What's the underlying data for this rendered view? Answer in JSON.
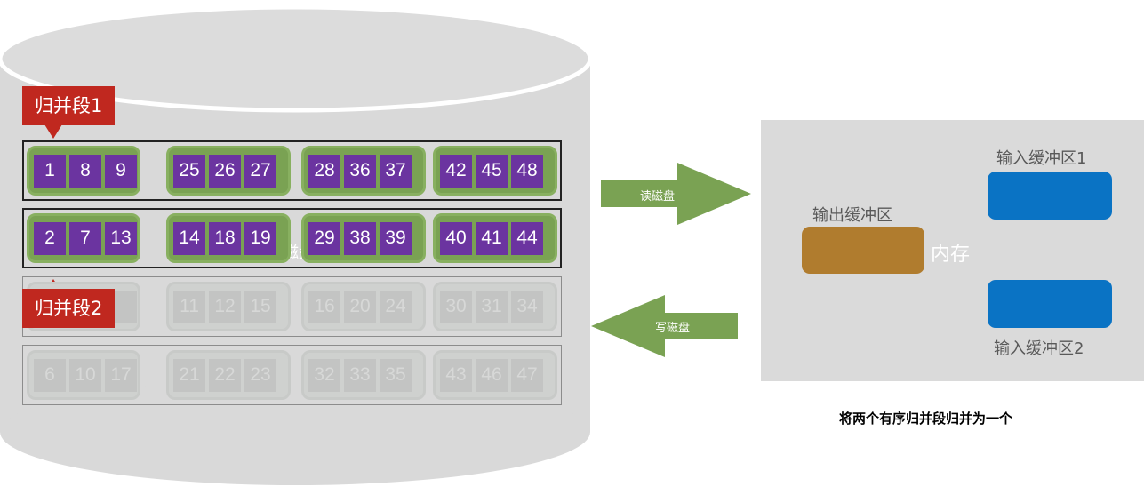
{
  "disk": {
    "label": "磁盘",
    "rows": [
      {
        "id": "run1",
        "dim": false,
        "groups": [
          [
            "1",
            "8",
            "9"
          ],
          [
            "25",
            "26",
            "27"
          ],
          [
            "28",
            "36",
            "37"
          ],
          [
            "42",
            "45",
            "48"
          ]
        ]
      },
      {
        "id": "run2",
        "dim": false,
        "groups": [
          [
            "2",
            "7",
            "13"
          ],
          [
            "14",
            "18",
            "19"
          ],
          [
            "29",
            "38",
            "39"
          ],
          [
            "40",
            "41",
            "44"
          ]
        ]
      },
      {
        "id": "run3",
        "dim": true,
        "groups": [
          [
            "",
            "",
            ""
          ],
          [
            "11",
            "12",
            "15"
          ],
          [
            "16",
            "20",
            "24"
          ],
          [
            "30",
            "31",
            "34"
          ]
        ]
      },
      {
        "id": "run4",
        "dim": true,
        "groups": [
          [
            "6",
            "10",
            "17"
          ],
          [
            "21",
            "22",
            "23"
          ],
          [
            "32",
            "33",
            "35"
          ],
          [
            "43",
            "46",
            "47"
          ]
        ]
      }
    ],
    "segment_labels": [
      "归并段1",
      "归并段2"
    ]
  },
  "arrows": {
    "read_label": "读磁盘",
    "write_label": "写磁盘"
  },
  "memory": {
    "label": "内存",
    "output_buffer_label": "输出缓冲区",
    "input_buffer_1_label": "输入缓冲区1",
    "input_buffer_2_label": "输入缓冲区2"
  },
  "caption": "将两个有序归并段归并为一个",
  "colors": {
    "disk": "#d9d9d9",
    "cell": "#6b34a0",
    "group": "#7aa253",
    "segment_label": "#c0281f",
    "arrow": "#7aa253",
    "output_buffer": "#b07c2e",
    "input_buffer": "#0a73c4"
  }
}
